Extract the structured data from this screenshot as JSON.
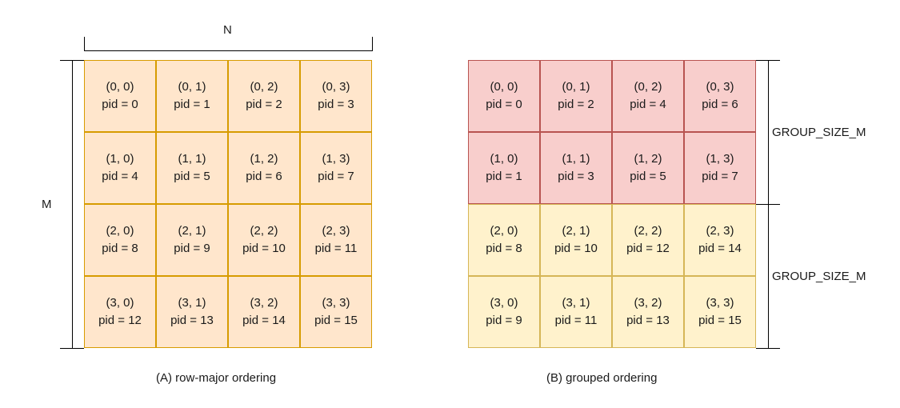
{
  "diagram_a": {
    "caption": "(A) row-major ordering",
    "n_label": "N",
    "m_label": "M",
    "fill": "#ffe6cc",
    "stroke": "#d79b00",
    "cells": [
      {
        "coord": "(0, 0)",
        "pid": "pid = 0"
      },
      {
        "coord": "(0, 1)",
        "pid": "pid = 1"
      },
      {
        "coord": "(0, 2)",
        "pid": "pid = 2"
      },
      {
        "coord": "(0, 3)",
        "pid": "pid = 3"
      },
      {
        "coord": "(1, 0)",
        "pid": "pid = 4"
      },
      {
        "coord": "(1, 1)",
        "pid": "pid = 5"
      },
      {
        "coord": "(1, 2)",
        "pid": "pid = 6"
      },
      {
        "coord": "(1, 3)",
        "pid": "pid = 7"
      },
      {
        "coord": "(2, 0)",
        "pid": "pid = 8"
      },
      {
        "coord": "(2, 1)",
        "pid": "pid = 9"
      },
      {
        "coord": "(2, 2)",
        "pid": "pid = 10"
      },
      {
        "coord": "(2, 3)",
        "pid": "pid = 11"
      },
      {
        "coord": "(3, 0)",
        "pid": "pid = 12"
      },
      {
        "coord": "(3, 1)",
        "pid": "pid = 13"
      },
      {
        "coord": "(3, 2)",
        "pid": "pid = 14"
      },
      {
        "coord": "(3, 3)",
        "pid": "pid = 15"
      }
    ]
  },
  "diagram_b": {
    "caption": "(B) grouped ordering",
    "group_label_1": "GROUP_SIZE_M",
    "group_label_2": "GROUP_SIZE_M",
    "group1_fill": "#f8cecc",
    "group1_stroke": "#b85450",
    "group2_fill": "#fff2cc",
    "group2_stroke": "#d6b656",
    "cells": [
      {
        "coord": "(0, 0)",
        "pid": "pid = 0"
      },
      {
        "coord": "(0, 1)",
        "pid": "pid = 2"
      },
      {
        "coord": "(0, 2)",
        "pid": "pid = 4"
      },
      {
        "coord": "(0, 3)",
        "pid": "pid = 6"
      },
      {
        "coord": "(1, 0)",
        "pid": "pid = 1"
      },
      {
        "coord": "(1, 1)",
        "pid": "pid = 3"
      },
      {
        "coord": "(1, 2)",
        "pid": "pid = 5"
      },
      {
        "coord": "(1, 3)",
        "pid": "pid = 7"
      },
      {
        "coord": "(2, 0)",
        "pid": "pid = 8"
      },
      {
        "coord": "(2, 1)",
        "pid": "pid = 10"
      },
      {
        "coord": "(2, 2)",
        "pid": "pid = 12"
      },
      {
        "coord": "(2, 3)",
        "pid": "pid = 14"
      },
      {
        "coord": "(3, 0)",
        "pid": "pid = 9"
      },
      {
        "coord": "(3, 1)",
        "pid": "pid = 11"
      },
      {
        "coord": "(3, 2)",
        "pid": "pid = 13"
      },
      {
        "coord": "(3, 3)",
        "pid": "pid = 15"
      }
    ]
  }
}
